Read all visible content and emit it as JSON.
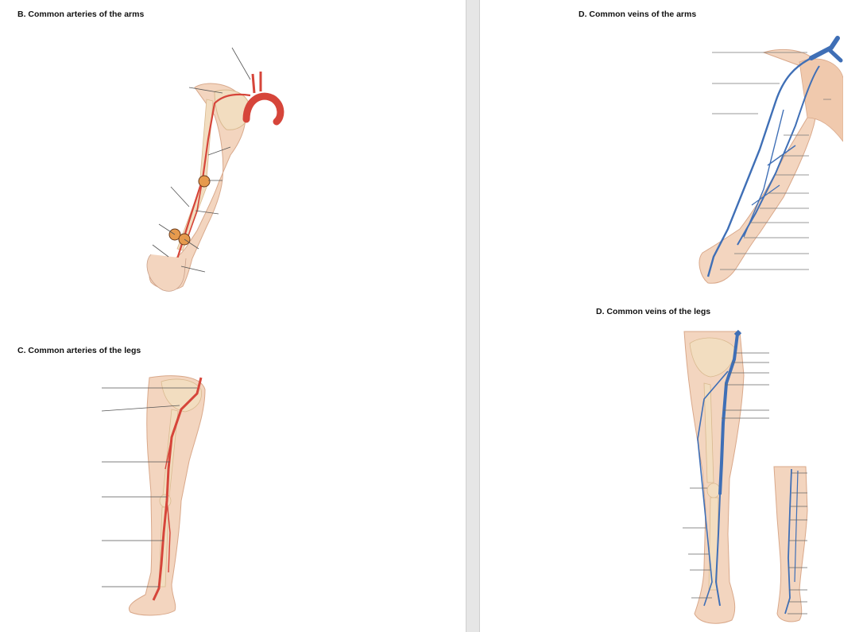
{
  "headings": {
    "arteries_arms": "B.  Common arteries of the arms",
    "arteries_legs": "C.  Common arteries of the legs",
    "veins_arms": "D. Common veins of the arms",
    "veins_legs": "D. Common veins of the legs"
  },
  "colors": {
    "skin": "#f3d5bf",
    "bone": "#f2ddc0",
    "artery": "#d6453a",
    "vein": "#3f6fb6",
    "leader_line": "#555555",
    "gutter": "#e6e6e6"
  }
}
